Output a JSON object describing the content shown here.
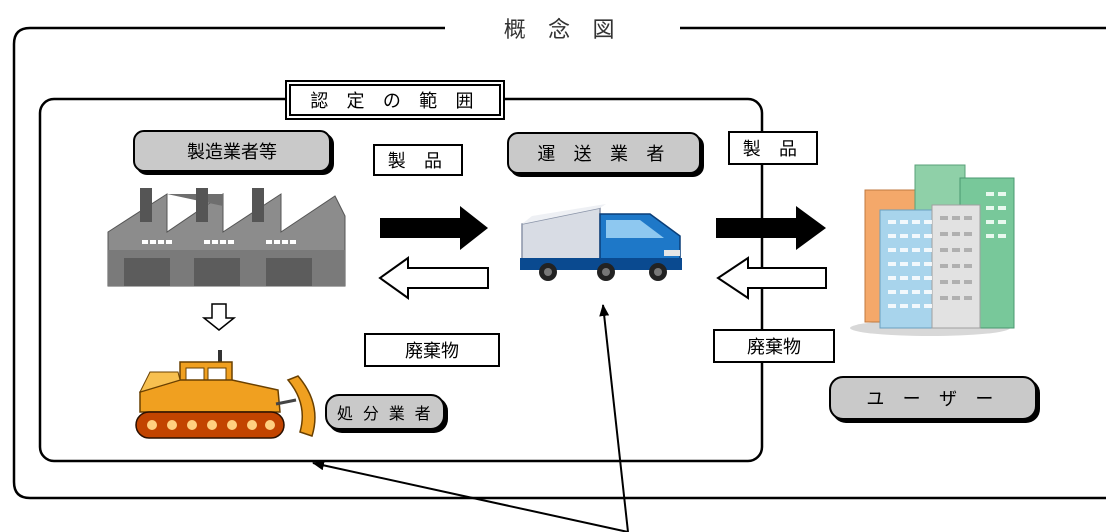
{
  "diagram": {
    "title": "概 念 図",
    "scope_label": "認 定 の 範 囲",
    "manufacturer_label": "製造業者等",
    "carrier_label": "運 送 業 者",
    "disposer_label": "処 分 業 者",
    "user_label": "ユ ー ザ ー",
    "product_label_left": "製 品",
    "product_label_right": "製 品",
    "waste_label_left": "廃棄物",
    "waste_label_right": "廃棄物"
  },
  "icons": [
    "factory-icon",
    "truck-icon",
    "bulldozer-icon",
    "buildings-icon"
  ],
  "colors": {
    "pill_fill": "#c9c9c9",
    "factory_gray": "#8c8c8c",
    "truck_blue": "#1e78c8",
    "bulldozer_orange": "#f0a020"
  }
}
